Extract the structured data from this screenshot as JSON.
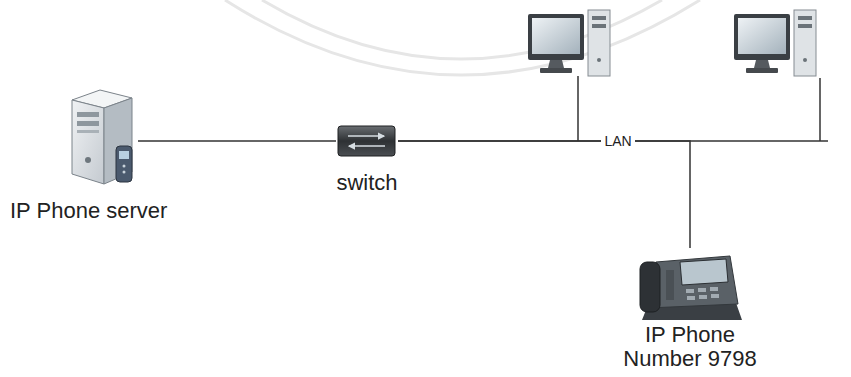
{
  "diagram": {
    "nodes": [
      {
        "text": [
          "IP Phone server"
        ]
      },
      {
        "text": [
          "switch"
        ]
      },
      {
        "text": [
          "IP Phone Number 9798"
        ]
      }
    ],
    "edges": [
      {
        "from": 0,
        "to": 1,
        "arrow": "none"
      },
      {
        "from": 1,
        "to": 2,
        "arrow": "none"
      }
    ],
    "labels": [
      "LAN"
    ]
  }
}
